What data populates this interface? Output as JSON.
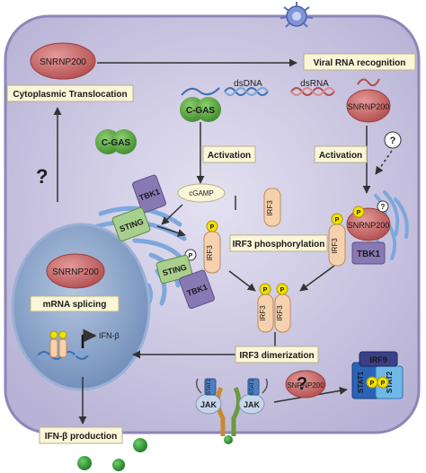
{
  "labels": {
    "snrnp200_top": "SNRNP200",
    "snrnp200_right": "SNRNP200",
    "snrnp200_nucleus": "SNRNP200",
    "snrnp200_jak": "SNRNP200",
    "cytoplasmic_translocation": "Cytoplasmic Translocation",
    "viral_rna_recognition": "Viral RNA recognition",
    "dsdna": "dsDNA",
    "dsrna": "dsRNA",
    "cgas_active": "C-GAS",
    "cgas_inactive": "C-GAS",
    "activation_left": "Activation",
    "activation_right": "Activation",
    "cgamp": "cGAMP",
    "tbk1_top": "TBK1",
    "tbk1_bottom": "TBK1",
    "tbk1_right": "TBK1",
    "sting_top": "STING",
    "sting_bottom": "STING",
    "irf3_center": "IRF3",
    "irf3_left": "IRF3",
    "irf3_right": "IRF3",
    "irf3_dimer_a": "IRF3",
    "irf3_dimer_b": "IRF3",
    "irf3_phosphorylation": "IRF3 phosphorylation",
    "irf3_dimerization": "IRF3 dimerization",
    "mrna_splicing": "mRNA splicing",
    "ifnb_gene": "IFN-β",
    "ifnb_production": "IFN-β production",
    "jak_left": "JAK",
    "jak_right": "JAK",
    "stat1_left": "STAT1",
    "stat1_right": "STAT1",
    "stat1_complex": "STAT1",
    "stat2_complex": "STAT2",
    "irf9": "IRF9",
    "phospho": "P",
    "question": "?"
  },
  "colors": {
    "cell_fill": "#c9c5e0",
    "nucleus_fill": "#8fa6c9",
    "snrnp200_fill": "#c96262",
    "cgas_fill": "#5fa84a",
    "tbk1_fill": "#8878b4",
    "sting_fill": "#a8cf8c",
    "irf3_fill": "#f6d1ae",
    "phospho_fill": "#f2e000",
    "label_box_fill": "#fbf6d8",
    "er_fill": "#9bbfe8",
    "ifn_dot": "#2f9a35"
  }
}
